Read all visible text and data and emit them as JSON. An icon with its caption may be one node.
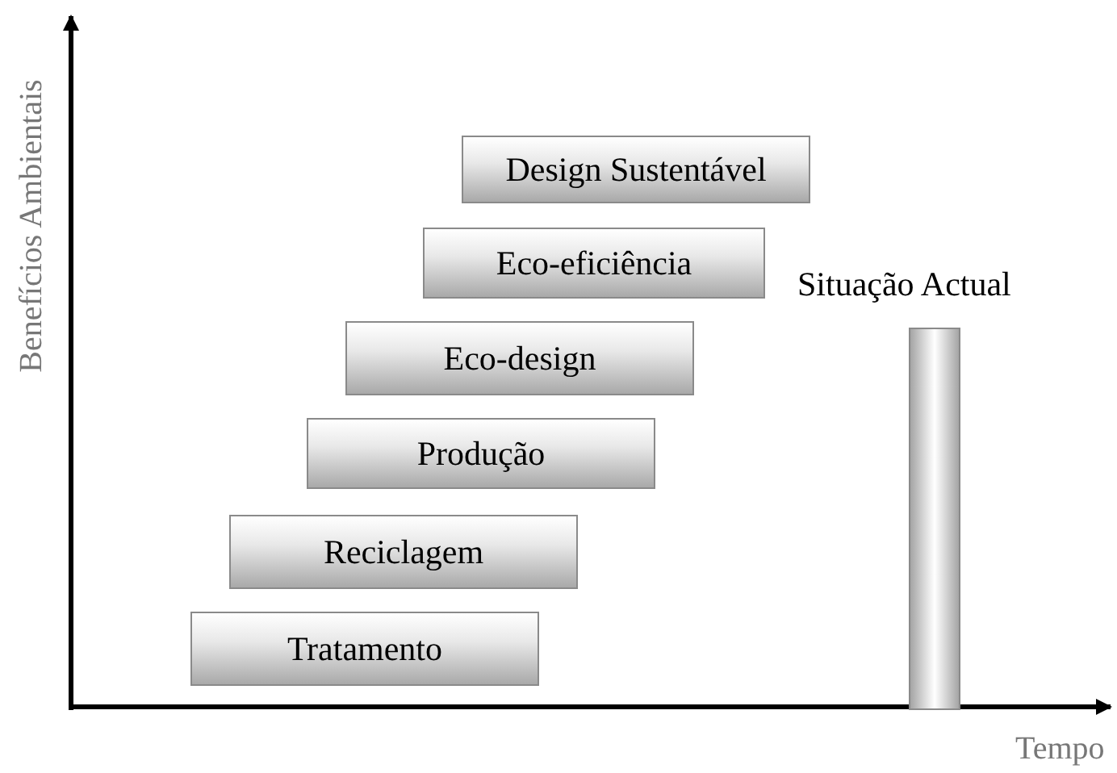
{
  "diagram": {
    "nodes": [
      {
        "text": [
          "Design Sustentável"
        ]
      },
      {
        "text": [
          "Eco-eficiência"
        ]
      },
      {
        "text": [
          "Situação Actual"
        ]
      },
      {
        "text": [
          "Eco-design"
        ]
      },
      {
        "text": [
          "Produção"
        ]
      },
      {
        "text": [
          "Reciclagem"
        ]
      },
      {
        "text": [
          "Tratamento"
        ]
      }
    ],
    "edges": [],
    "labels": [
      "Benefícios Ambientais",
      "Tempo"
    ]
  }
}
